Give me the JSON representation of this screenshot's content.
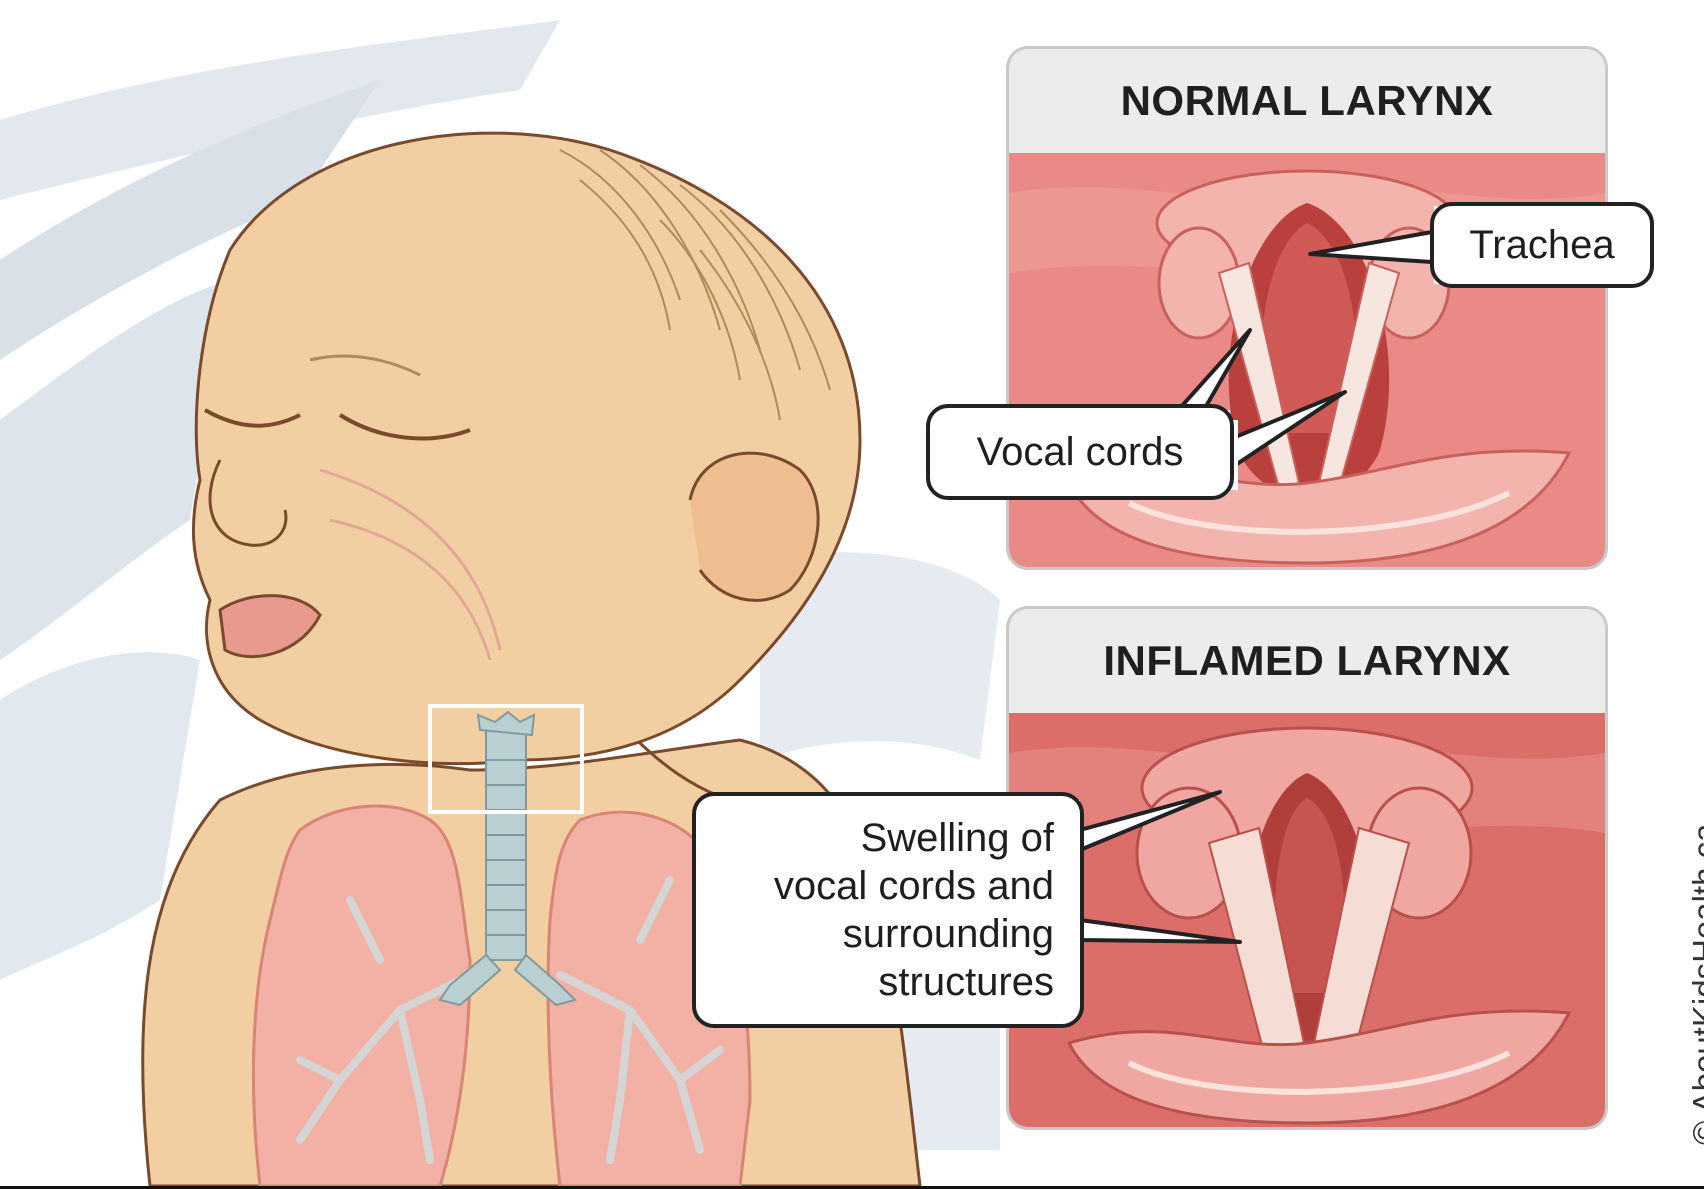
{
  "illustration": {
    "subject": "infant-with-airway",
    "colors": {
      "skin": "#f2cfa3",
      "skin_shadow": "#e9b98a",
      "outline": "#7a4a2c",
      "hair": "#b08a5a",
      "lungs": "#f2b1a4",
      "trachea": "#b9cfd2",
      "blanket": "#dfe6ee"
    }
  },
  "panels": {
    "normal": {
      "title": "NORMAL LARYNX",
      "tissue_color": "#e98a86"
    },
    "inflamed": {
      "title": "INFLAMED LARYNX",
      "tissue_color": "#dc6e6a"
    }
  },
  "callouts": {
    "trachea": "Trachea",
    "vocal_cords": "Vocal cords",
    "swelling": [
      "Swelling of",
      "vocal cords and",
      "surrounding",
      "structures"
    ]
  },
  "credit": "© AboutKidsHealth.ca"
}
